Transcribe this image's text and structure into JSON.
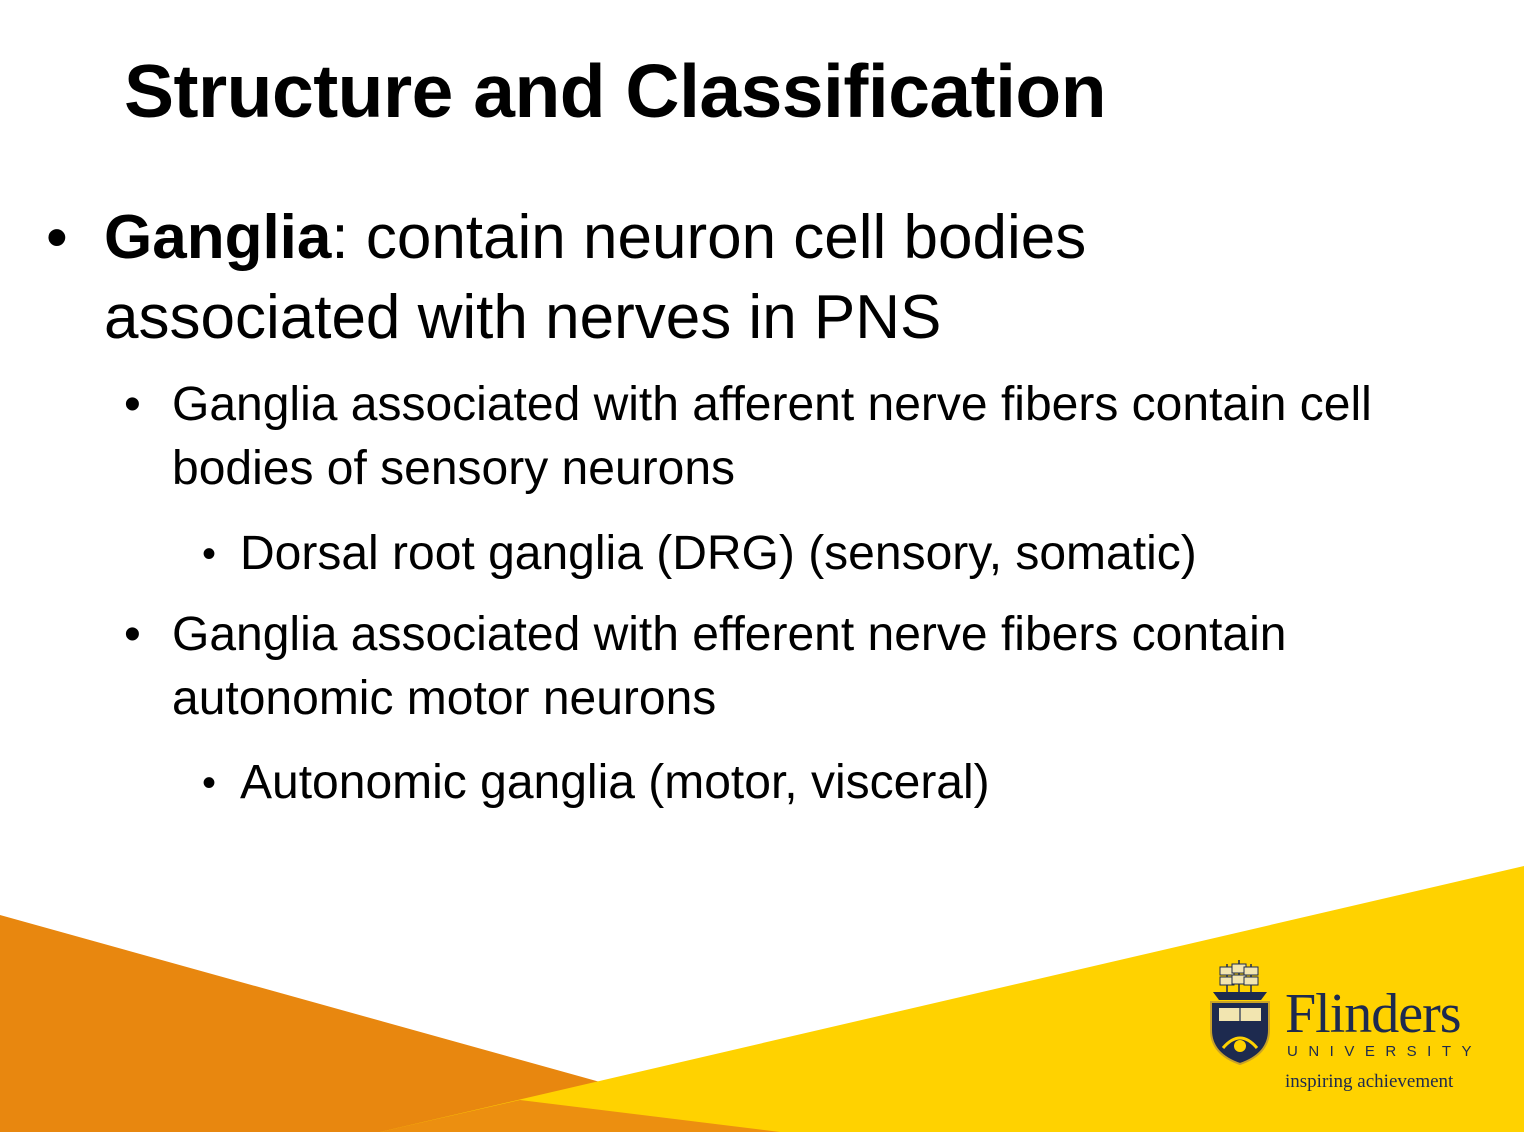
{
  "slide": {
    "title": "Structure and Classification",
    "bullets": [
      {
        "bold": "Ganglia",
        "text": ": contain neuron cell bodies associated with nerves in PNS"
      },
      {
        "text": "Ganglia associated with afferent nerve fibers contain cell bodies of sensory neurons"
      },
      {
        "text": "Dorsal root ganglia (DRG) (sensory, somatic)"
      },
      {
        "text": "Ganglia associated with efferent nerve fibers contain autonomic motor neurons"
      },
      {
        "text": "Autonomic ganglia (motor, visceral)"
      }
    ],
    "bullet_glyph": "•"
  },
  "logo": {
    "name": "Flinders",
    "subtitle": "UNIVERSITY",
    "tagline": "inspiring achievement"
  },
  "colors": {
    "orange": "#e8870f",
    "yellow": "#ffd200",
    "navy": "#1d2a4f"
  }
}
